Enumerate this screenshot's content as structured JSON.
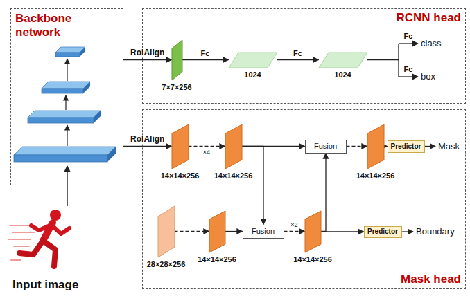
{
  "diagram": {
    "nodes": [
      {
        "text": [
          "Backbone network"
        ]
      },
      {
        "text": [
          "RCNN head"
        ]
      },
      {
        "text": [
          "7×7×256"
        ],
        "in": 1
      },
      {
        "text": [
          "1024"
        ],
        "in": 1
      },
      {
        "text": [
          "1024"
        ],
        "in": 1
      },
      {
        "text": [
          "Mask head"
        ]
      },
      {
        "text": [
          "14×14×256"
        ],
        "in": 5
      },
      {
        "text": [
          "14×14×256"
        ],
        "in": 5
      },
      {
        "text": [
          "Fusion"
        ],
        "in": 5
      },
      {
        "text": [
          "14×14×256"
        ],
        "in": 5
      },
      {
        "text": [
          "Predictor"
        ],
        "in": 5
      },
      {
        "text": [
          "28×28×256"
        ],
        "in": 5
      },
      {
        "text": [
          "14×14×256"
        ],
        "in": 5
      },
      {
        "text": [
          "Fusion"
        ],
        "in": 5
      },
      {
        "text": [
          "14×14×256"
        ],
        "in": 5
      },
      {
        "text": [
          "Predictor"
        ],
        "in": 5
      }
    ],
    "edges": [
      {
        "from": 0,
        "to": 2,
        "arrow": "to",
        "label": "RoIAlign"
      },
      {
        "from": 0,
        "to": 6,
        "arrow": "to",
        "label": "RoIAlign"
      },
      {
        "from": 2,
        "to": 3,
        "arrow": "to",
        "label": "Fc"
      },
      {
        "from": 3,
        "to": 4,
        "arrow": "to",
        "label": "Fc"
      },
      {
        "from": 6,
        "to": 7,
        "arrow": "to",
        "label": "×4"
      },
      {
        "from": 7,
        "to": 8,
        "arrow": "to"
      },
      {
        "from": 7,
        "to": 13,
        "arrow": "to"
      },
      {
        "from": 8,
        "to": 9,
        "arrow": "to"
      },
      {
        "from": 9,
        "to": 10,
        "arrow": "to"
      },
      {
        "from": 11,
        "to": 12,
        "arrow": "to"
      },
      {
        "from": 12,
        "to": 13,
        "arrow": "to"
      },
      {
        "from": 13,
        "to": 14,
        "arrow": "to",
        "label": "×2"
      },
      {
        "from": 14,
        "to": 15,
        "arrow": "to"
      },
      {
        "from": 14,
        "to": 8,
        "arrow": "to"
      }
    ],
    "labels": [
      "Input image",
      "Fc",
      "class",
      "Fc",
      "box",
      "Mask",
      "Boundary"
    ]
  }
}
